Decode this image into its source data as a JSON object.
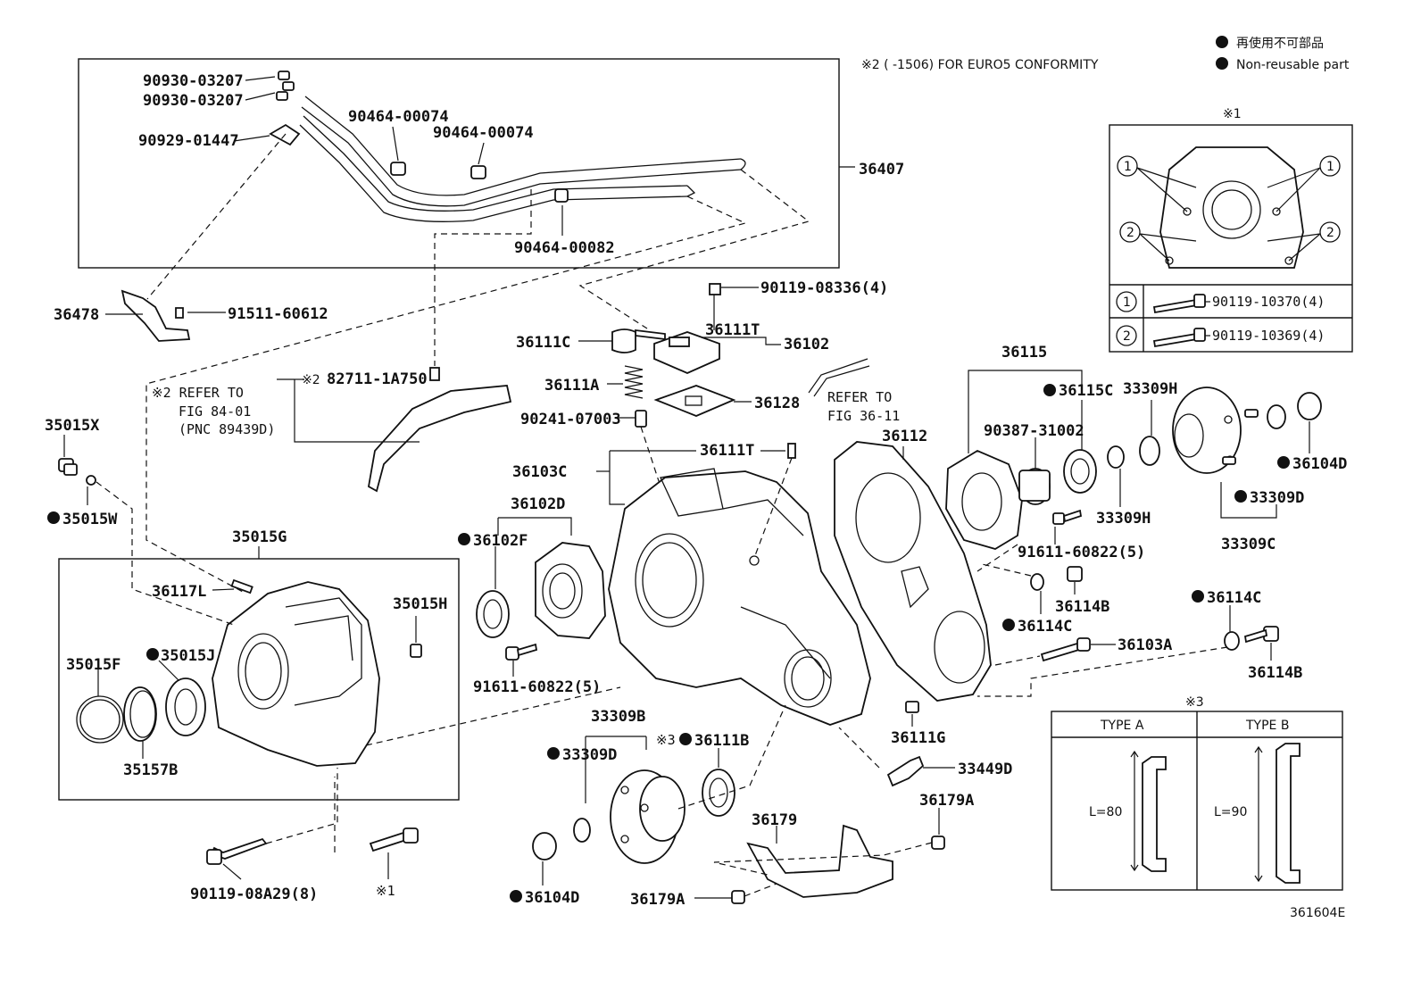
{
  "legend": {
    "jp": "再使用不可部品",
    "en": "Non-reusable part"
  },
  "note2": "※2 (      -1506) FOR EURO5 CONFORMITY",
  "figure_id": "361604E",
  "callouts": {
    "p90930_03207_a": "90930-03207",
    "p90930_03207_b": "90930-03207",
    "p90929_01447": "90929-01447",
    "p90464_00074_a": "90464-00074",
    "p90464_00074_b": "90464-00074",
    "p90464_00082": "90464-00082",
    "p36407": "36407",
    "p36478": "36478",
    "p91511_60612": "91511-60612",
    "p90119_08336": "90119-08336(4)",
    "p36111T_a": "36111T",
    "p36102": "36102",
    "p36111C": "36111C",
    "p36111A": "36111A",
    "p90241_07003": "90241-07003",
    "p36128": "36128",
    "p36111T_b": "36111T",
    "p36103C": "36103C",
    "p36102D": "36102D",
    "p36102F": "36102F",
    "p91611_60822_a": "91611-60822(5)",
    "p82711": "82711-1A750",
    "ref2_mark": "※2",
    "ref84_a": "※2 REFER TO",
    "ref84_b": "FIG 84-01",
    "ref84_c": "(PNC 89439D)",
    "ref36_a": "REFER TO",
    "ref36_b": "FIG 36-11",
    "p35015X": "35015X",
    "p35015W": "35015W",
    "p35015G": "35015G",
    "p36117L": "36117L",
    "p35015H": "35015H",
    "p35015F": "35015F",
    "p35015J": "35015J",
    "p35157B": "35157B",
    "p90119_08A29": "90119-08A29(8)",
    "mark1_bottom": "※1",
    "p33309B": "33309B",
    "p33309D_a": "33309D",
    "p36111B": "36111B",
    "mark3": "※3",
    "p36104D_a": "36104D",
    "p36179": "36179",
    "p36179A_a": "36179A",
    "p36179A_b": "36179A",
    "p36111G": "36111G",
    "p33449D": "33449D",
    "p36112": "36112",
    "p36115": "36115",
    "p36115C": "36115C",
    "p33309H_a": "33309H",
    "p90387_31002": "90387-31002",
    "p33309H_b": "33309H",
    "p91611_60822_b": "91611-60822(5)",
    "p36114B_a": "36114B",
    "p36114C_a": "36114C",
    "p36103A": "36103A",
    "p36114C_b": "36114C",
    "p36114B_b": "36114B",
    "p36104D_b": "36104D",
    "p33309D_b": "33309D",
    "p33309C": "33309C"
  },
  "inset1": {
    "title": "※1",
    "circle1": "1",
    "circle2": "2",
    "row1_part": "90119-10370(4)",
    "row2_part": "90119-10369(4)"
  },
  "inset3": {
    "title": "※3",
    "type_a": "TYPE A",
    "type_b": "TYPE B",
    "len_a": "L=80",
    "len_b": "L=90"
  },
  "non_reusable_dot_color": "#111111"
}
